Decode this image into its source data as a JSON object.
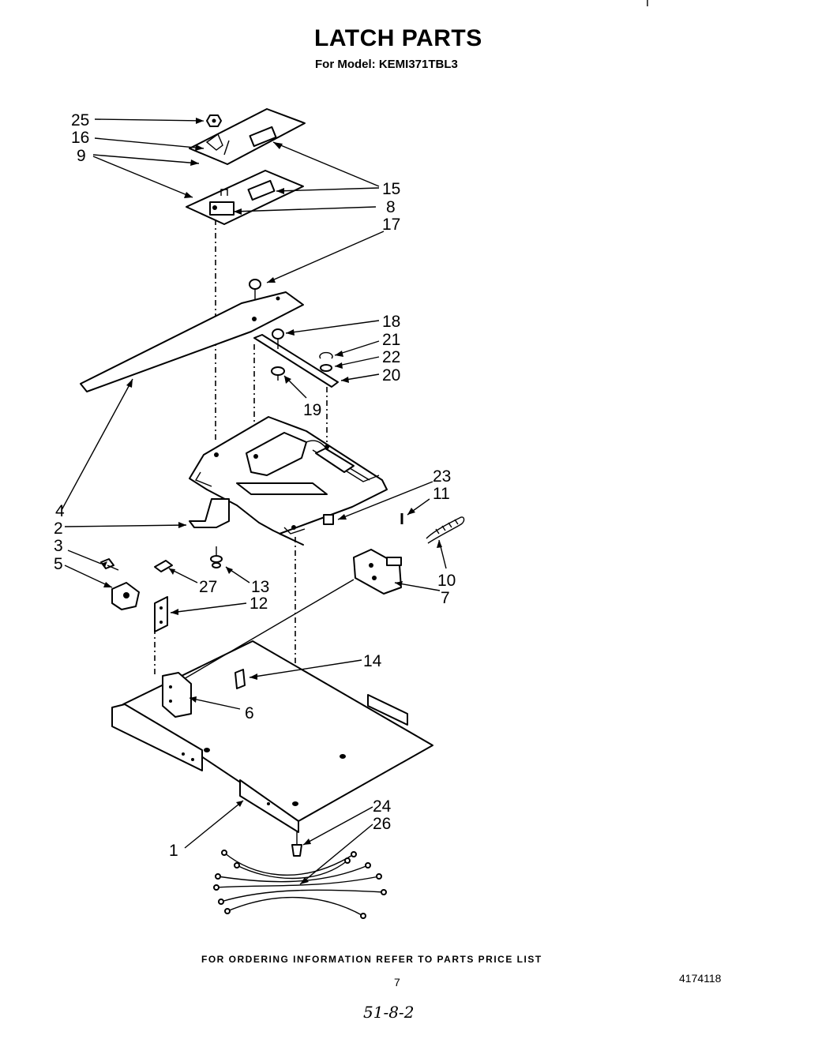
{
  "header": {
    "title": "LATCH PARTS",
    "model_line": "For Model: KEMI371TBL3"
  },
  "callouts": [
    {
      "id": "c25",
      "label": "25"
    },
    {
      "id": "c16",
      "label": "16"
    },
    {
      "id": "c9",
      "label": "9"
    },
    {
      "id": "c15",
      "label": "15"
    },
    {
      "id": "c8",
      "label": "8"
    },
    {
      "id": "c17",
      "label": "17"
    },
    {
      "id": "c18",
      "label": "18"
    },
    {
      "id": "c21",
      "label": "21"
    },
    {
      "id": "c22",
      "label": "22"
    },
    {
      "id": "c20",
      "label": "20"
    },
    {
      "id": "c19",
      "label": "19"
    },
    {
      "id": "c4",
      "label": "4"
    },
    {
      "id": "c23",
      "label": "23"
    },
    {
      "id": "c11",
      "label": "11"
    },
    {
      "id": "c2",
      "label": "2"
    },
    {
      "id": "c3",
      "label": "3"
    },
    {
      "id": "c5",
      "label": "5"
    },
    {
      "id": "c27",
      "label": "27"
    },
    {
      "id": "c13",
      "label": "13"
    },
    {
      "id": "c10",
      "label": "10"
    },
    {
      "id": "c7",
      "label": "7"
    },
    {
      "id": "c12",
      "label": "12"
    },
    {
      "id": "c14",
      "label": "14"
    },
    {
      "id": "c6",
      "label": "6"
    },
    {
      "id": "c24",
      "label": "24"
    },
    {
      "id": "c26",
      "label": "26"
    },
    {
      "id": "c1",
      "label": "1"
    }
  ],
  "footer": {
    "ordering_note": "FOR ORDERING INFORMATION REFER TO PARTS PRICE LIST",
    "page_number": "7",
    "doc_number": "4174118",
    "handwritten": "51-8-2"
  }
}
